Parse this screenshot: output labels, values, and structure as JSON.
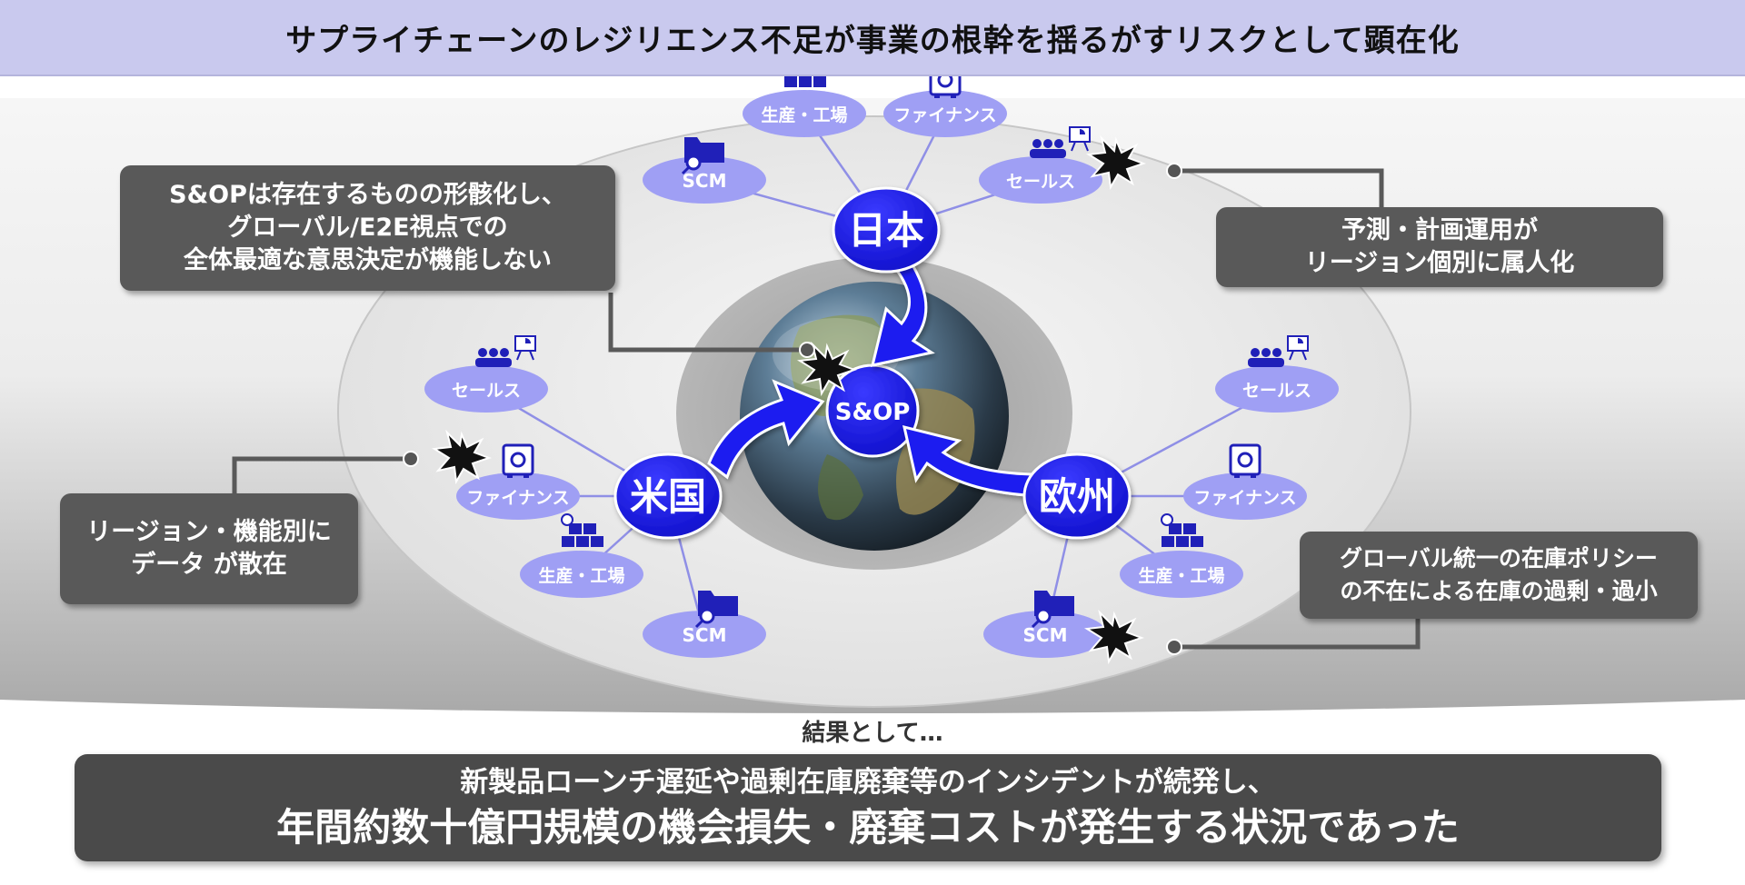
{
  "title": "サプライチェーンのレジリエンス不足が事業の根幹を揺るがすリスクとして顕在化",
  "hub": {
    "label": "S&OP"
  },
  "regions": {
    "japan": {
      "label": "日本"
    },
    "us": {
      "label": "米国"
    },
    "europe": {
      "label": "欧州"
    }
  },
  "functions": {
    "jp_production": "生産・工場",
    "jp_finance": "ファイナンス",
    "jp_scm": "SCM",
    "jp_sales": "セールス",
    "us_sales": "セールス",
    "us_finance": "ファイナンス",
    "us_production": "生産・工場",
    "us_scm": "SCM",
    "eu_sales": "セールス",
    "eu_finance": "ファイナンス",
    "eu_production": "生産・工場",
    "eu_scm": "SCM"
  },
  "icons": {
    "production": "boxes-icon",
    "finance": "safe-icon",
    "scm": "folder-search-icon",
    "sales": "presentation-team-icon",
    "problem": "burst-icon",
    "center": "globe-icon"
  },
  "callouts": {
    "sop": [
      "S&OPは存在するものの形骸化し、",
      "グローバル/E2E視点での",
      "全体最適な意思決定が機能しない"
    ],
    "forecast": [
      "予測・計画運用が",
      "リージョン個別に属人化"
    ],
    "data": [
      "リージョン・機能別に",
      "データ が散在"
    ],
    "inventory": [
      "グローバル統一の在庫ポリシー",
      "の不在による在庫の過剰・過小"
    ]
  },
  "result": {
    "label": "結果として…",
    "line1": "新製品ローンチ遅延や過剰在庫廃棄等のインシデントが続発し、",
    "line2": "年間約数十億円規模の機会損失・廃棄コストが発生する状況であった"
  },
  "colors": {
    "node_fill": "#1212d8",
    "function_fill": "#9f9ff4",
    "function_text": "#ffffff",
    "callout_fill": "#595959",
    "title_fill": "#c9c9ee",
    "icon_blue": "#2020b8"
  }
}
